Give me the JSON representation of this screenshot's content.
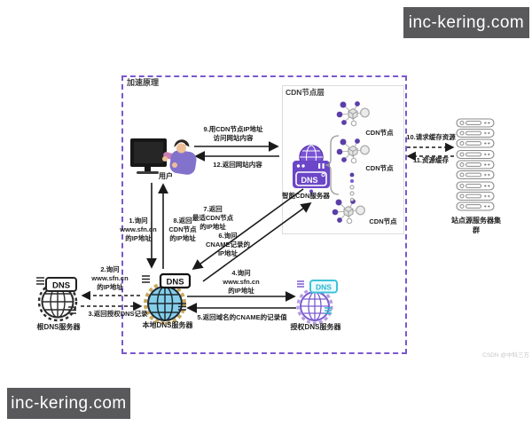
{
  "watermarks": {
    "top_right": "inc-kering.com",
    "bottom_left": "inc-kering.com"
  },
  "credit": "CSDN @中科三方",
  "diagram": {
    "title": "加速原理",
    "user": {
      "label": "用户"
    },
    "cdn_layer": {
      "title": "CDN节点层",
      "smart_server": {
        "label": "智能CDN服务器",
        "badge": "DNS"
      },
      "nodes": [
        {
          "label": "CDN节点"
        },
        {
          "label": "CDN节点"
        },
        {
          "label": "CDN节点"
        }
      ]
    },
    "origin_cluster": {
      "label": "站点源服务器集群"
    },
    "dns": {
      "root": {
        "label": "根DNS服务器",
        "badge": "DNS"
      },
      "local": {
        "label": "本地DNS服务器",
        "badge": "DNS"
      },
      "authoritative": {
        "label": "授权DNS服务器",
        "badge": "DNS"
      }
    },
    "steps": {
      "s1": "1.询问\nwww.sfn.cn\n的IP地址",
      "s2": "2.询问\nwww.sfn.cn\n的IP地址",
      "s3": "3.返回授权DNS记录",
      "s4": "4.询问\nwww.sfn.cn\n的IP地址",
      "s5": "5.返回域名的CNAME的记录值",
      "s6": "6.询问\nCNAME记录的\nIP地址",
      "s7": "7.返回\n最适CDN节点\n的IP地址",
      "s8": "8.返回\nCDN节点\n的IP地址",
      "s9": "9.用CDN节点IP地址\n访问网站内容",
      "s10": "10.请求缓存资源",
      "s11": "11.资源缓存",
      "s12": "12.返回网站内容"
    }
  },
  "colors": {
    "accent_purple": "#6b46c8",
    "border_purple": "#7b57cf",
    "node_purple": "#5b3fa8",
    "local_globe_blue": "#85ceea",
    "auth_tag_cyan": "#2ab5cc",
    "watermark_bg": "#59595b"
  }
}
